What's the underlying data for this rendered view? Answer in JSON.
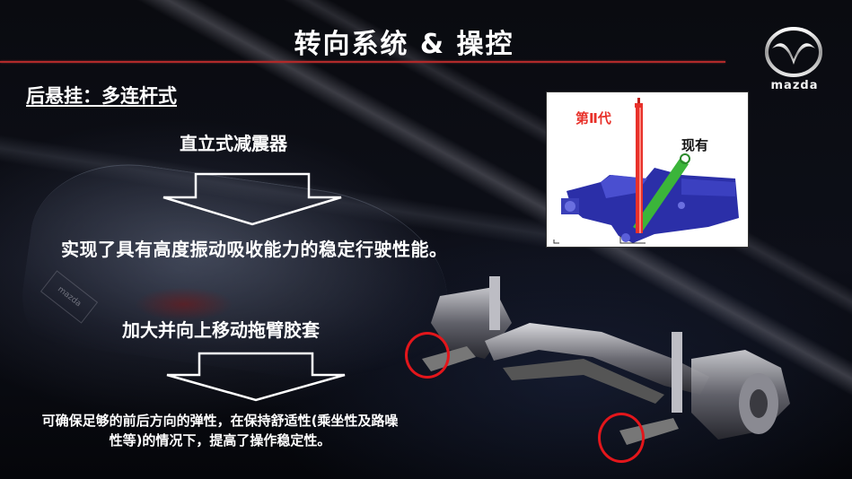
{
  "slide": {
    "title": "转向系统 & 操控",
    "brand": {
      "logo_icon": "mazda-wing-emblem",
      "wordmark": "mazda"
    },
    "subtitle": "后悬挂：多连杆式",
    "points": [
      {
        "label": "直立式减震器",
        "result": "实现了具有高度振动吸收能力的稳定行驶性能。"
      },
      {
        "label": "加大并向上移动拖臂胶套",
        "result_lines": [
          "可确保足够的前后方向的弹性，在保持舒适性(乘坐性及路噪",
          "性等)的情况下，提高了操作稳定性。"
        ]
      }
    ],
    "diagram": {
      "label_new": "第Ⅱ代",
      "label_current": "现有",
      "colors": {
        "new_shock": "#e8312a",
        "current_shock": "#3bb53a",
        "suspension_body": "#2b2fa8"
      }
    },
    "background_car_plate": "mazda",
    "colors": {
      "title_rule": "#b02a2a",
      "highlight_circle": "#e3161b",
      "text": "#ffffff"
    }
  }
}
